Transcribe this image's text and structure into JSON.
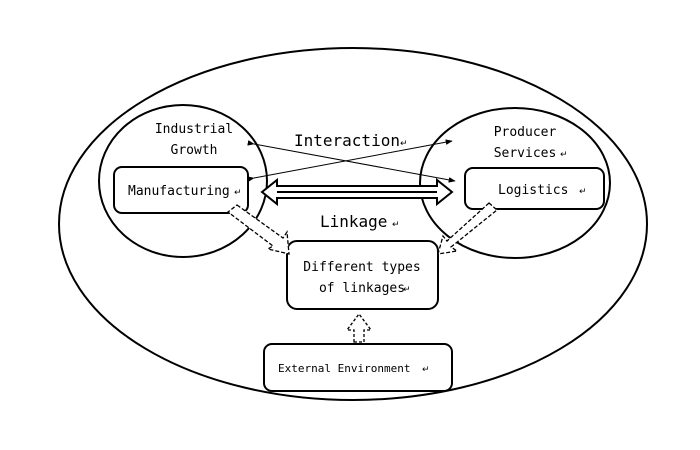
{
  "diagram": {
    "outer_boundary": {
      "name": "outer-ellipse"
    },
    "industrial_growth": {
      "line1": "Industrial",
      "line2": "Growth"
    },
    "producer_services": {
      "line1": "Producer",
      "line2": "Services"
    },
    "manufacturing": {
      "label": "Manufacturing"
    },
    "logistics": {
      "label": "Logistics"
    },
    "interaction": {
      "label": "Interaction"
    },
    "linkage": {
      "label": "Linkage"
    },
    "linkage_types": {
      "line1": "Different types",
      "line2": "of linkages"
    },
    "external_environment": {
      "label": "External Environment"
    },
    "paragraph_mark": "↵",
    "colors": {
      "stroke": "#000000",
      "background": "#ffffff"
    }
  }
}
